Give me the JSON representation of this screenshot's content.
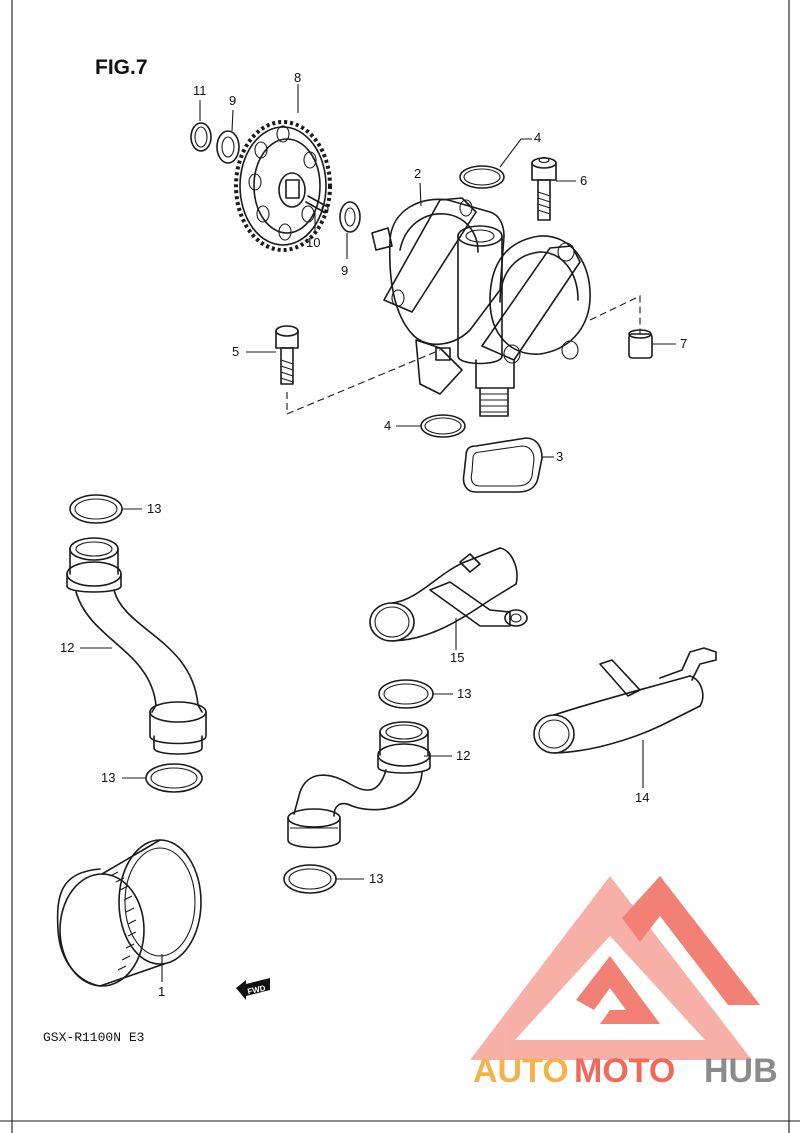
{
  "figure": {
    "title": "FIG.7",
    "model_code": "GSX-R1100N E3",
    "fwd_arrow_text": "FWD"
  },
  "callouts": {
    "c1": "1",
    "c2": "2",
    "c3": "3",
    "c4a": "4",
    "c4b": "4",
    "c5": "5",
    "c6": "6",
    "c7": "7",
    "c8": "8",
    "c9a": "9",
    "c9b": "9",
    "c10": "10",
    "c11": "11",
    "c12a": "12",
    "c12b": "12",
    "c13a": "13",
    "c13b": "13",
    "c13c": "13",
    "c13d": "13",
    "c14": "14",
    "c15": "15"
  },
  "watermark": {
    "auto": "AUTO",
    "moto": "MOTO",
    "hub": "HUB",
    "colors": {
      "auto": "#f6b24a",
      "moto": "#f06a5c",
      "hub": "#8b8b8b"
    }
  }
}
